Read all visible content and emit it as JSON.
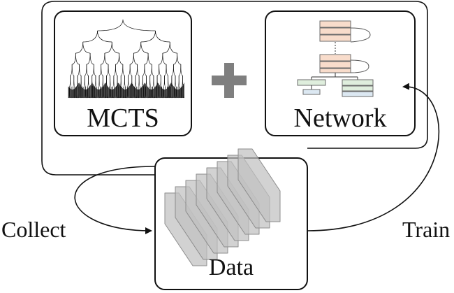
{
  "labels": {
    "mcts": "MCTS",
    "network": "Network",
    "data": "Data",
    "collect": "Collect",
    "train": "Train",
    "plus": "+"
  },
  "colors": {
    "stroke": "#111111",
    "plus": "#7f7f7f",
    "data_sheet_fill": "#c0c0c0",
    "data_sheet_stroke": "#8c8c8c",
    "net_block_orange": "#f8dccb",
    "net_block_green": "#dfeedd",
    "net_block_blue": "#dce8f2"
  },
  "icons": {
    "mcts": "search-tree-icon",
    "network": "neural-network-icon",
    "data": "stacked-data-sheets-icon",
    "plus": "plus-icon"
  }
}
